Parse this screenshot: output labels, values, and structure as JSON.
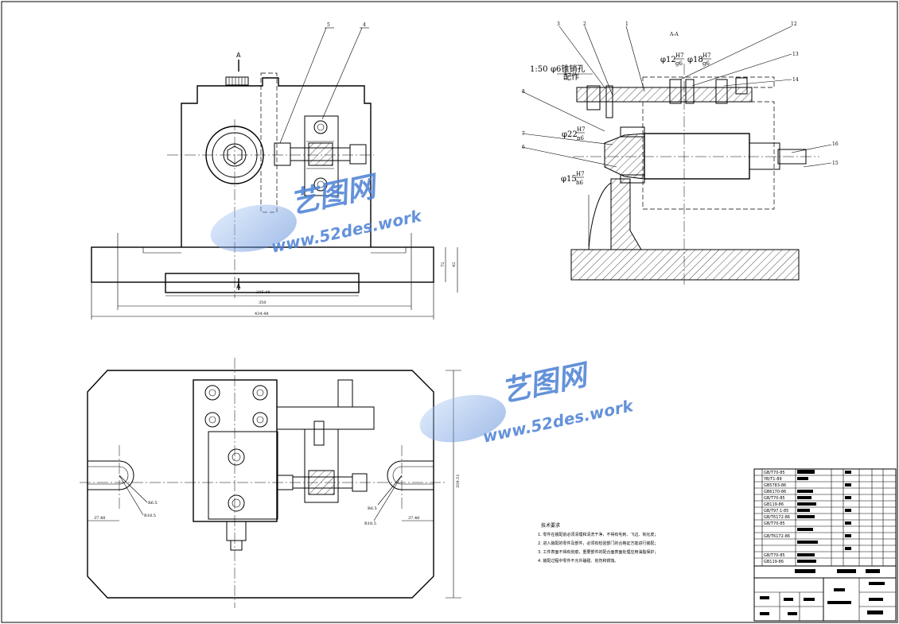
{
  "labels": {
    "section_title": "A-A",
    "section_marker": "A",
    "scale_note_1": "1:50",
    "scale_note_2": "φ6锥销孔",
    "scale_note_3": "配作",
    "fit_1_dia": "φ12",
    "fit_1_top": "H7",
    "fit_1_bottom": "g6",
    "fit_2_dia": "φ18",
    "fit_2_top": "H7",
    "fit_2_bottom": "g6",
    "fit_3_dia": "φ22",
    "fit_3_top": "H7",
    "fit_3_bottom": "n6",
    "fit_4_dia": "φ15",
    "fit_4_top": "H7",
    "fit_4_bottom": "h6"
  },
  "balloons": [
    "5",
    "4",
    "3",
    "2",
    "1",
    "12",
    "8",
    "7",
    "6",
    "13",
    "14",
    "16",
    "15"
  ],
  "dimensions": {
    "front_width_inner": "245.48",
    "front_width_mid": "350",
    "front_width_overall": "434.48",
    "front_height_1": "72",
    "front_height_2": "42",
    "plan_height": "359.51",
    "slot_dim_left": "37.48",
    "slot_dim_right": "37.48",
    "slot_r1_left": "R6.5",
    "slot_r2_left": "R18.5",
    "slot_r1_right": "R6.5",
    "slot_r2_right": "R18.5"
  },
  "tech_notes": {
    "title": "技术要求",
    "items": [
      "1. 零件在装配前必须清理和清洗干净，不得有毛刺、飞边、氧化皮；",
      "2. 进入装配的零件及部件，必须有检验部门的合格证方能进行装配；",
      "3. 工件表面不得有划痕，重要部件的配合面表面处理应用油脂保护；",
      "4. 装配过程中零件不允许磕碰、划伤和锈蚀。"
    ]
  },
  "parts_list_codes": [
    "GB/T70-85",
    "GB5783-86",
    "GB6170-86",
    "GB/T70-85",
    "GB119-86",
    "GB/T97.1-85",
    "GB/T6172-86",
    "GB/T70-85",
    "GB/T6172-86",
    "GB/T70-85",
    "GB119-86",
    "YB/T1-89"
  ],
  "watermark": {
    "brand": "艺图网",
    "url": "www.52des.work"
  },
  "colors": {
    "line": "#000000",
    "watermark_blue": "#4a7fd4",
    "watermark_light": "#9cc0f0"
  }
}
